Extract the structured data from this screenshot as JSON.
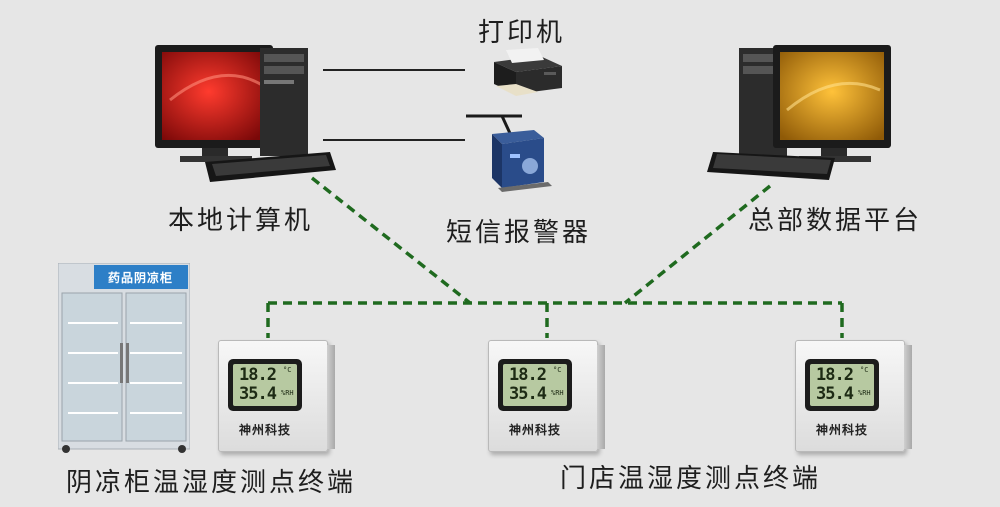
{
  "labels": {
    "printer": "打印机",
    "local_pc": "本地计算机",
    "sms_alarm": "短信报警器",
    "hq_platform": "总部数据平台",
    "cabinet_terminal": "阴凉柜温湿度测点终端",
    "store_terminal": "门店温湿度测点终端"
  },
  "cabinet_sign": "药品阴凉柜",
  "sensor": {
    "temperature": "18.2",
    "temp_unit": "°C",
    "humidity": "35.4",
    "hum_unit": "%RH",
    "brand": "神州科技"
  },
  "colors": {
    "background": "#e6e6e6",
    "link_dashed": "#1f6a1f",
    "link_solid": "#222222",
    "local_screen": "#c11a1a",
    "hq_screen": "#d99a16",
    "lcd": "#b7c9a1"
  },
  "icons": [
    "desktop-computer-icon",
    "printer-icon",
    "sms-alarm-modem-icon",
    "refrigerated-cabinet-icon",
    "temperature-humidity-sensor-icon"
  ]
}
